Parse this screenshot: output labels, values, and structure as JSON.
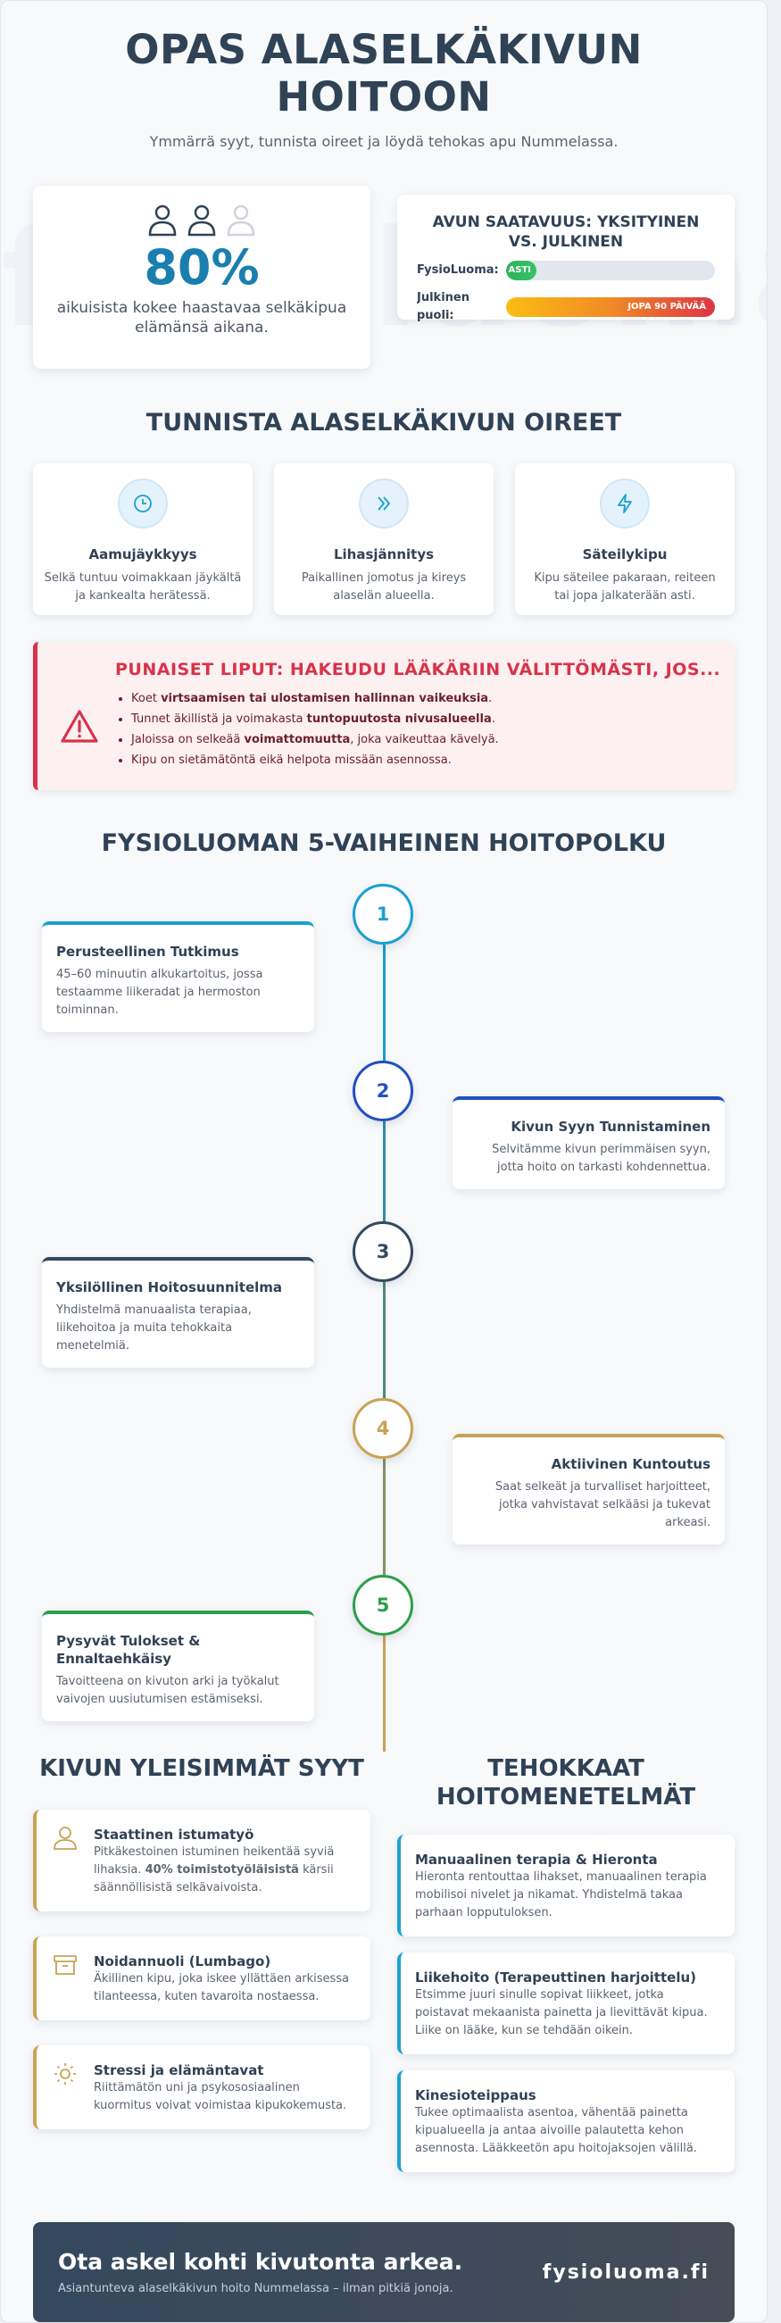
{
  "watermark": "fysioluoma",
  "hero": {
    "title": "OPAS ALASELKÄKIVUN HOITOON",
    "subtitle": "Ymmärrä syyt, tunnista oireet ja löydä tehokas apu Nummelassa."
  },
  "stat": {
    "value": "80%",
    "description": "aikuisista kokee haastavaa selkäkipua elämänsä aikana.",
    "icons": [
      "person-icon",
      "person-icon",
      "person-icon-faded"
    ],
    "color": "#1a7fae"
  },
  "availability": {
    "title": "AVUN SAATAVUUS: YKSITYINEN VS. JULKINEN",
    "rows": [
      {
        "label": "FysioLuoma:",
        "bar_text": "ASTI",
        "color": "#2fb25a"
      },
      {
        "label": "Julkinen puoli:",
        "bar_text": "JOPA 90 PÄIVÄÄ",
        "color": "#dc3545"
      }
    ]
  },
  "symptoms": {
    "title": "TUNNISTA ALASELKÄKIVUN OIREET",
    "items": [
      {
        "icon": "clock-icon",
        "title": "Aamujäykkyys",
        "text": "Selkä tuntuu voimakkaan jäykältä ja kankealta herätessä."
      },
      {
        "icon": "double-chevron-icon",
        "title": "Lihasjännitys",
        "text": "Paikallinen jomotus ja kireys alaselän alueella."
      },
      {
        "icon": "lightning-icon",
        "title": "Säteilykipu",
        "text": "Kipu säteilee pakaraan, reiteen tai jopa jalkaterään asti."
      }
    ]
  },
  "red_flags": {
    "title": "PUNAISET LIPUT: HAKEUDU LÄÄKÄRIIN VÄLITTÖMÄSTI, JOS...",
    "items": [
      {
        "pre": "Koet ",
        "bold": "virtsaamisen tai ulostamisen hallinnan vaikeuksia",
        "post": "."
      },
      {
        "pre": "Tunnet äkillistä ja voimakasta ",
        "bold": "tuntopuutosta nivusalueella",
        "post": "."
      },
      {
        "pre": "Jaloissa on selkeää ",
        "bold": "voimattomuutta",
        "post": ", joka vaikeuttaa kävelyä."
      },
      {
        "pre": "Kipu on sietämätöntä eikä helpota missään asennossa.",
        "bold": "",
        "post": ""
      }
    ]
  },
  "pathway": {
    "title": "FYSIOLUOMAN 5-VAIHEINEN HOITOPOLKU",
    "steps": [
      {
        "number": "1",
        "title": "Perusteellinen Tutkimus",
        "text": "45–60 minuutin alkukartoitus, jossa testaamme liikeradat ja hermoston toiminnan.",
        "color": "#1a9fd0"
      },
      {
        "number": "2",
        "title": "Kivun Syyn Tunnistaminen",
        "text": "Selvitämme kivun perimmäisen syyn, jotta hoito on tarkasti kohdennettua.",
        "color": "#2150c0"
      },
      {
        "number": "3",
        "title": "Yksilöllinen Hoitosuunnitelma",
        "text": "Yhdistelmä manuaalista terapiaa, liikehoitoa ja muita tehokkaita menetelmiä.",
        "color": "#34495e"
      },
      {
        "number": "4",
        "title": "Aktiivinen Kuntoutus",
        "text": "Saat selkeät ja turvalliset harjoitteet, jotka vahvistavat selkääsi ja tukevat arkeasi.",
        "color": "#c8a255"
      },
      {
        "number": "5",
        "title": "Pysyvät Tulokset & Ennaltaehkäisy",
        "text": "Tavoitteena on kivuton arki ja työkalut vaivojen uusiutumisen estämiseksi.",
        "color": "#2e9e4a"
      }
    ]
  },
  "causes": {
    "title": "KIVUN YLEISIMMÄT SYYT",
    "items": [
      {
        "icon": "person-icon",
        "title": "Staattinen istumatyö",
        "pre": "Pitkäkestoinen istuminen heikentää syviä lihaksia. ",
        "bold": "40% toimistotyöläisistä",
        "post": " kärsii säännöllisistä selkävaivoista."
      },
      {
        "icon": "box-icon",
        "title": "Noidannuoli (Lumbago)",
        "pre": "Äkillinen kipu, joka iskee yllättäen arkisessa tilanteessa, kuten tavaroita nostaessa.",
        "bold": "",
        "post": ""
      },
      {
        "icon": "sun-icon",
        "title": "Stressi ja elämäntavat",
        "pre": "Riittämätön uni ja psykososiaalinen kuormitus voivat voimistaa kipukokemusta.",
        "bold": "",
        "post": ""
      }
    ]
  },
  "methods": {
    "title": "TEHOKKAAT HOITOMENETELMÄT",
    "items": [
      {
        "title": "Manuaalinen terapia & Hieronta",
        "text": "Hieronta rentouttaa lihakset, manuaalinen terapia mobilisoi nivelet ja nikamat. Yhdistelmä takaa parhaan lopputuloksen."
      },
      {
        "title": "Liikehoito (Terapeuttinen harjoittelu)",
        "text": "Etsimme juuri sinulle sopivat liikkeet, jotka poistavat mekaanista painetta ja lievittävät kipua. Liike on lääke, kun se tehdään oikein."
      },
      {
        "title": "Kinesioteippaus",
        "text": "Tukee optimaalista asentoa, vähentää painetta kipualueella ja antaa aivoille palautetta kehon asennosta. Lääkkeetön apu hoitojaksojen välillä."
      }
    ]
  },
  "cta": {
    "title": "Ota askel kohti kivutonta arkea.",
    "subtitle": "Asiantunteva alaselkäkivun hoito Nummelassa – ilman pitkiä jonoja.",
    "brand": "fysioluoma.fi"
  }
}
